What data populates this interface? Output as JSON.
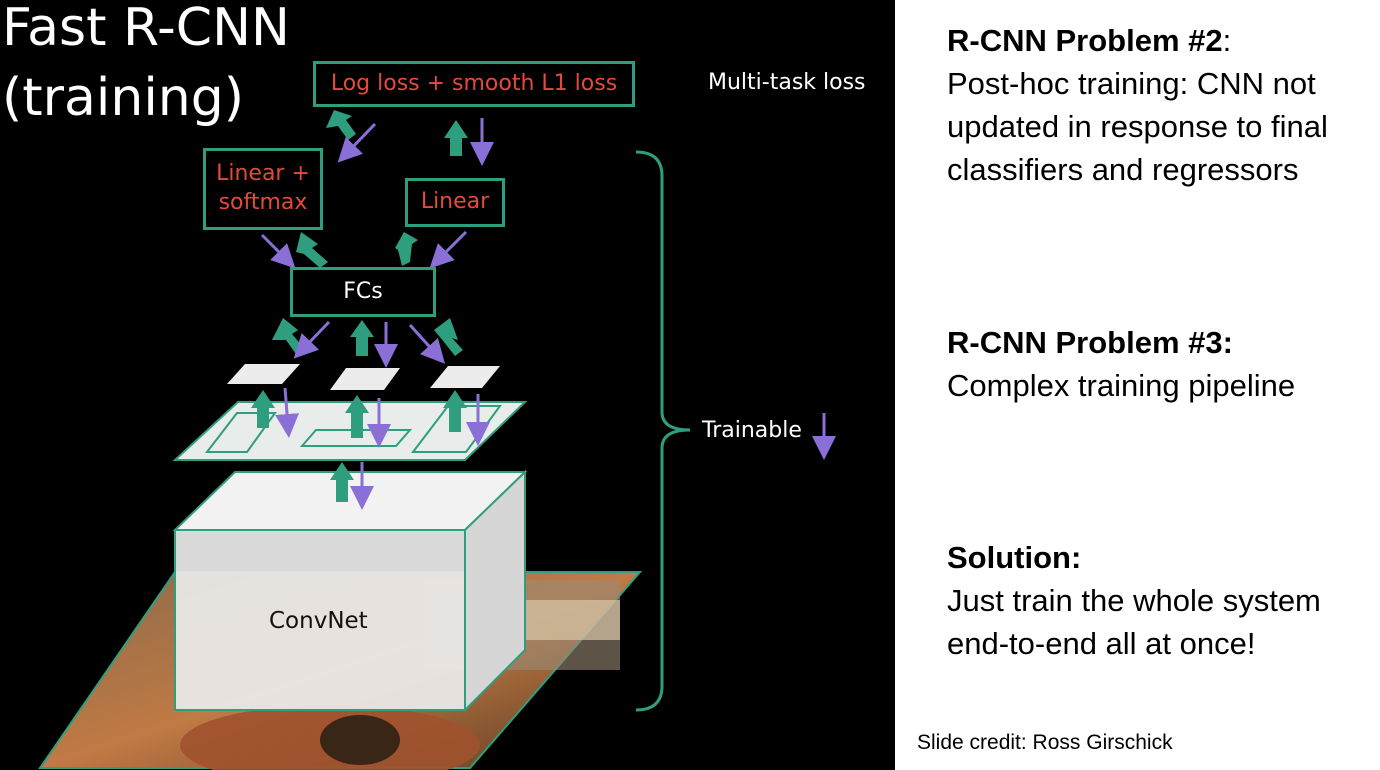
{
  "slide": {
    "title_line1": "Fast R-CNN",
    "title_line2": "(training)",
    "diagram": {
      "loss_box": "Log loss + smooth L1 loss",
      "multitask_label": "Multi-task loss",
      "linear_softmax_line1": "Linear +",
      "linear_softmax_line2": "softmax",
      "linear_box": "Linear",
      "fcs_box": "FCs",
      "trainable_label": "Trainable",
      "convnet_label": "ConvNet"
    },
    "right": {
      "problem2_heading": "R-CNN Problem #2",
      "problem2_colon": ":",
      "problem2_text": "Post-hoc training: CNN not updated in response to final classifiers and regressors",
      "problem3_heading": "R-CNN Problem #3:",
      "problem3_text": "Complex training pipeline",
      "solution_heading": "Solution:",
      "solution_text": "Just train the whole system end-to-end all at once!"
    },
    "credit": "Slide credit: Ross Girschick"
  },
  "colors": {
    "teal": "#2e9e7e",
    "red_text": "#e34a3a",
    "purple_arrow": "#8a6fd6",
    "background_left": "#000000"
  },
  "icons": [
    "up-arrow-icon",
    "down-arrow-icon",
    "brace-icon"
  ]
}
